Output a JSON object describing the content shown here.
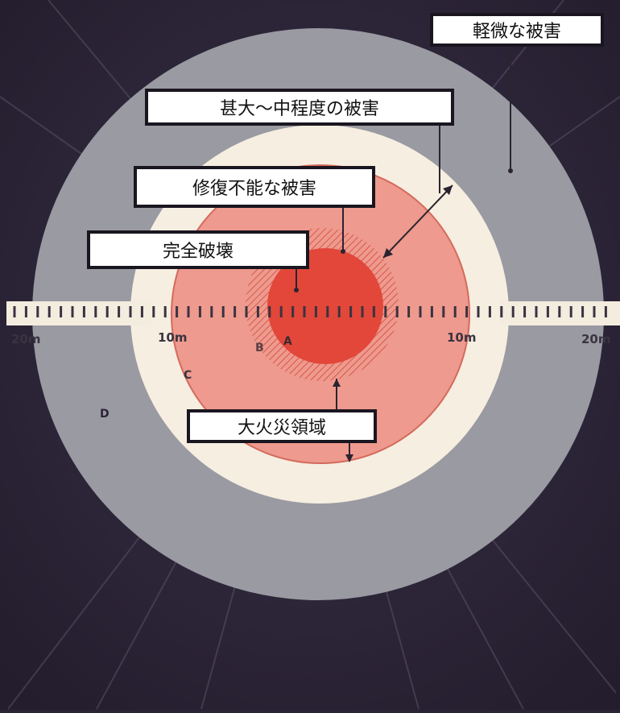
{
  "callouts": {
    "minor": "軽微な被害",
    "heavy_moderate": "甚大～中程度の被害",
    "beyond_repair": "修復不能な被害",
    "total_destruction": "完全破壊",
    "major_fire": "大火災領域"
  },
  "scale": {
    "left_20": "20m",
    "left_10": "10m",
    "right_10": "10m",
    "right_20": "20m"
  },
  "zones": {
    "a": "A",
    "b": "B",
    "c": "C",
    "d": "D"
  },
  "colors": {
    "background": "#2b2436",
    "zone_d_gray": "#9a9aa2",
    "zone_c_cream": "#f6eee0",
    "zone_b_pink": "#ee9a8e",
    "zone_a_red": "#e2473a",
    "scale_bar": "#f3ecdf"
  }
}
